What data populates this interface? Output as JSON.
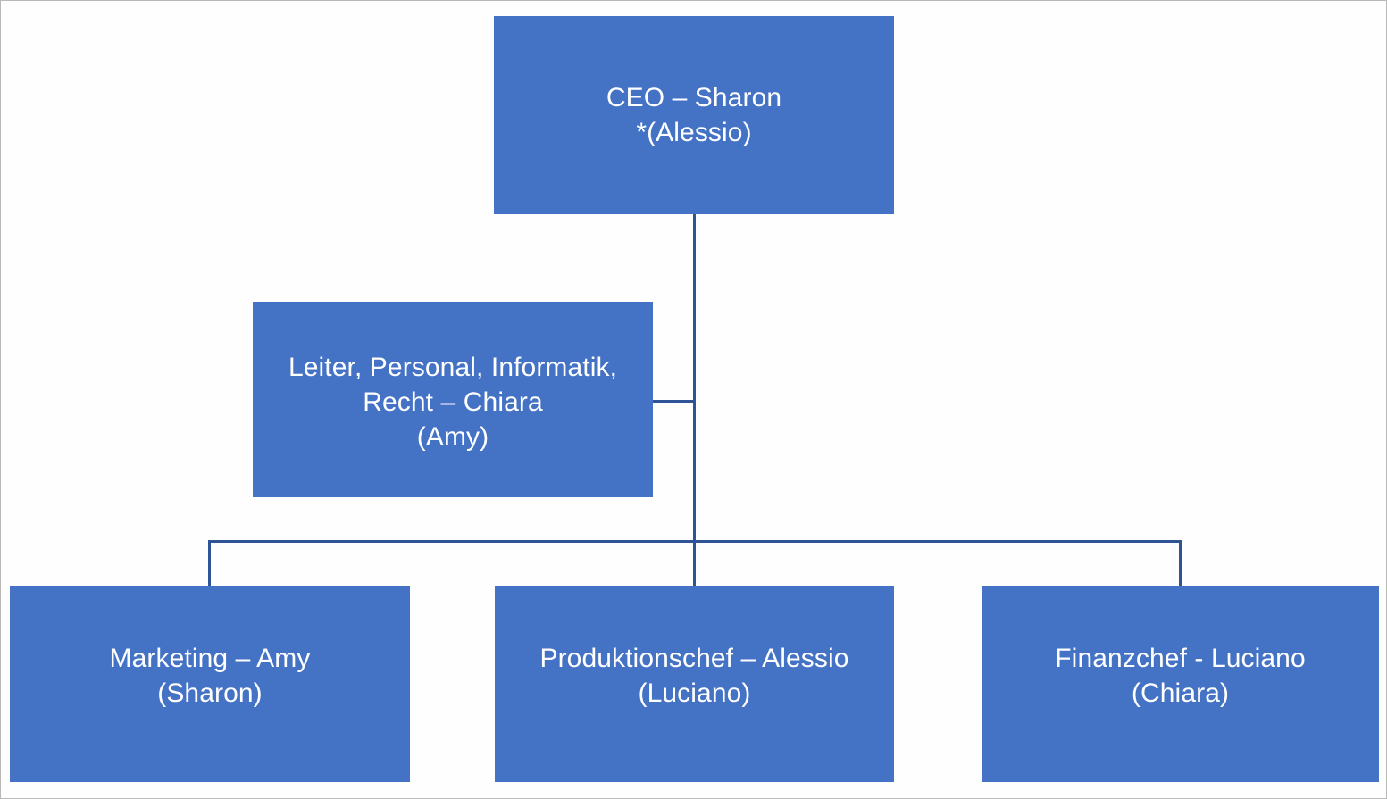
{
  "chart": {
    "type": "org-chart",
    "title": "",
    "box_fill_color": "#4472C4",
    "box_text_color": "#FFFFFF",
    "connector_color": "#2E5496",
    "background_color": "#FEFEFE",
    "border_color": "#B9B9B9"
  },
  "nodes": {
    "ceo": {
      "id": "ceo",
      "role": "CEO",
      "person": "Sharon",
      "alternate": "*(Alessio)",
      "line1": "CEO – Sharon",
      "line2": "*(Alessio)",
      "text": "CEO – Sharon\n*(Alessio)",
      "level": 1
    },
    "leiter": {
      "id": "leiter",
      "role": "Leiter, Personal, Informatik, Recht",
      "person": "Chiara",
      "alternate": "(Amy)",
      "line1": "Leiter, Personal, Informatik,",
      "line2": "Recht – Chiara",
      "line3": "(Amy)",
      "text": "Leiter, Personal, Informatik,\nRecht – Chiara\n(Amy)",
      "level": 2
    },
    "marketing": {
      "id": "marketing",
      "role": "Marketing",
      "person": "Amy",
      "alternate": "(Sharon)",
      "line1": "Marketing – Amy",
      "line2": "(Sharon)",
      "text": "Marketing – Amy\n(Sharon)",
      "level": 3
    },
    "produktion": {
      "id": "produktion",
      "role": "Produktionschef",
      "person": "Alessio",
      "alternate": "(Luciano)",
      "line1": "Produktionschef – Alessio",
      "line2": "(Luciano)",
      "text": "Produktionschef – Alessio\n(Luciano)",
      "level": 3
    },
    "finanz": {
      "id": "finanz",
      "role": "Finanzchef",
      "person": "Luciano",
      "alternate": "(Chiara)",
      "line1": "Finanzchef - Luciano",
      "line2": "(Chiara)",
      "text": "Finanzchef - Luciano\n(Chiara)",
      "level": 3
    }
  },
  "edges": [
    {
      "from": "ceo",
      "to": "leiter"
    },
    {
      "from": "ceo",
      "to": "marketing"
    },
    {
      "from": "ceo",
      "to": "produktion"
    },
    {
      "from": "ceo",
      "to": "finanz"
    }
  ]
}
